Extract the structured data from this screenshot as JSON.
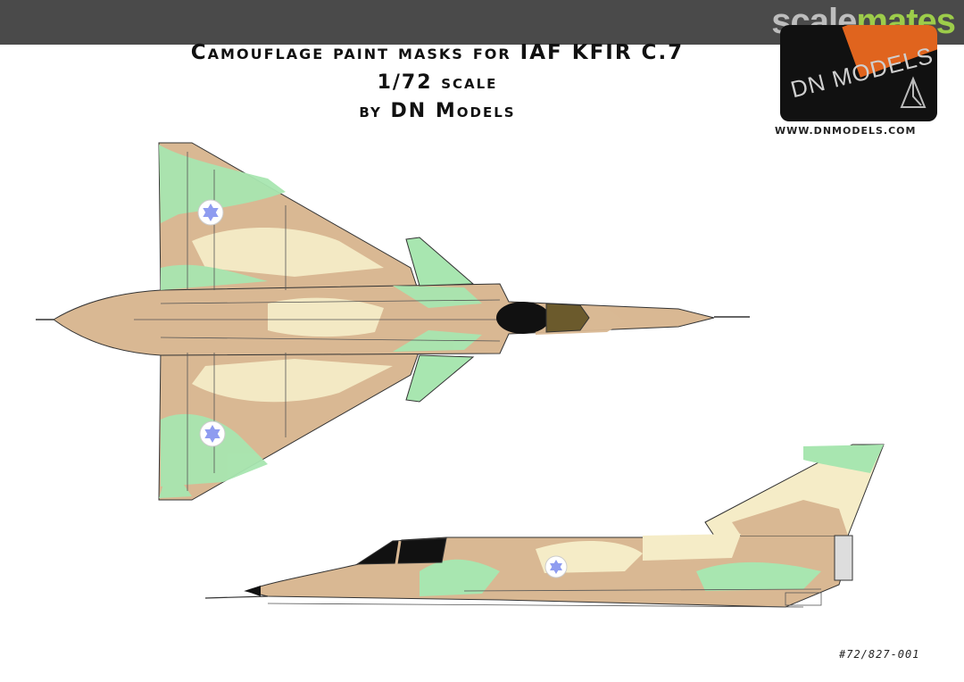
{
  "watermark": {
    "part1": "scale",
    "part2": "mates"
  },
  "title": {
    "line1": "Camouflage paint masks for IAF KFIR C.7",
    "line2": "1/72 scale",
    "line3": "by DN Models"
  },
  "logo": {
    "text": "DN MODELS",
    "url": "WWW.DNMODELS.COM"
  },
  "product_code": "#72/827-001",
  "colors": {
    "sand": "#d9b893",
    "green": "#a8e6b0",
    "cream": "#f5ecc7",
    "insignia": "#8f9cf0"
  }
}
